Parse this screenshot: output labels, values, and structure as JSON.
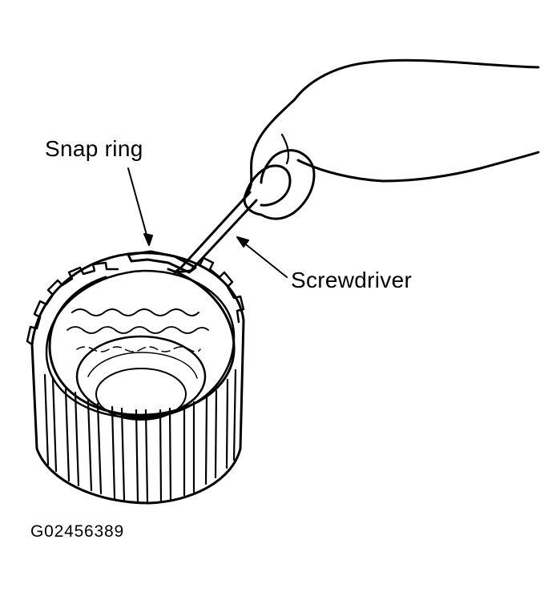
{
  "labels": {
    "snap_ring": "Snap ring",
    "screwdriver": "Screwdriver",
    "figure_code": "G02456389"
  },
  "colors": {
    "ink": "#000000",
    "paper": "#ffffff"
  }
}
